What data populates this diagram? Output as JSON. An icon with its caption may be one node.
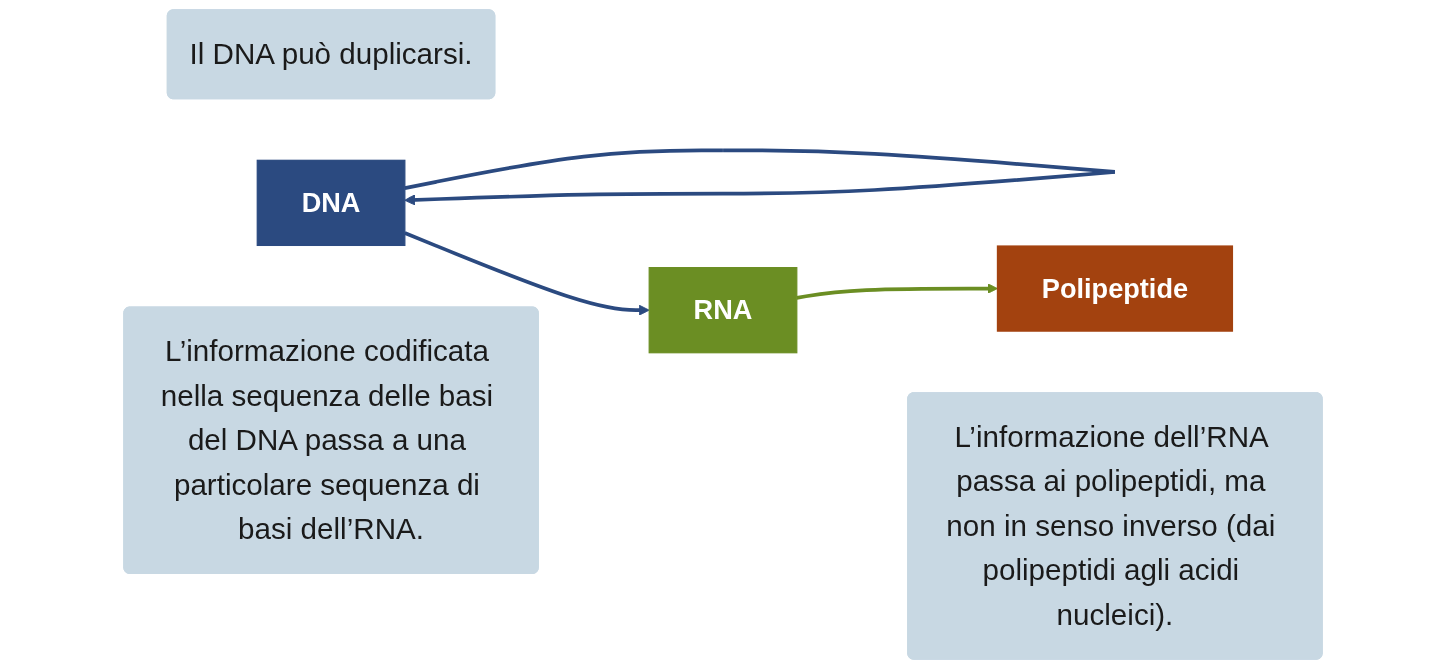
{
  "diagram": {
    "nodes": [
      {
        "text": [
          "Il DNA può duplicarsi."
        ]
      },
      {
        "text": [
          "DNA"
        ]
      },
      {
        "text": [
          "RNA"
        ]
      },
      {
        "text": [
          "Polipeptide"
        ]
      },
      {
        "text": [
          "L’informazione codificata nella sequenza delle basi del DNA passa a una particolare sequenza di basi dell’RNA."
        ]
      },
      {
        "text": [
          "L’informazione dell’RNA passa ai polipeptidi, ma non in senso inverso (dai polipeptidi agli acidi nucleici)."
        ]
      }
    ],
    "edges": [
      {
        "from": 1,
        "to": 1,
        "arrow": "to",
        "color": "#2b4a80"
      },
      {
        "from": 1,
        "to": 2,
        "arrow": "to",
        "color": "#2b4a80"
      },
      {
        "from": 2,
        "to": 3,
        "arrow": "to",
        "color": "#6b8e23"
      }
    ]
  }
}
